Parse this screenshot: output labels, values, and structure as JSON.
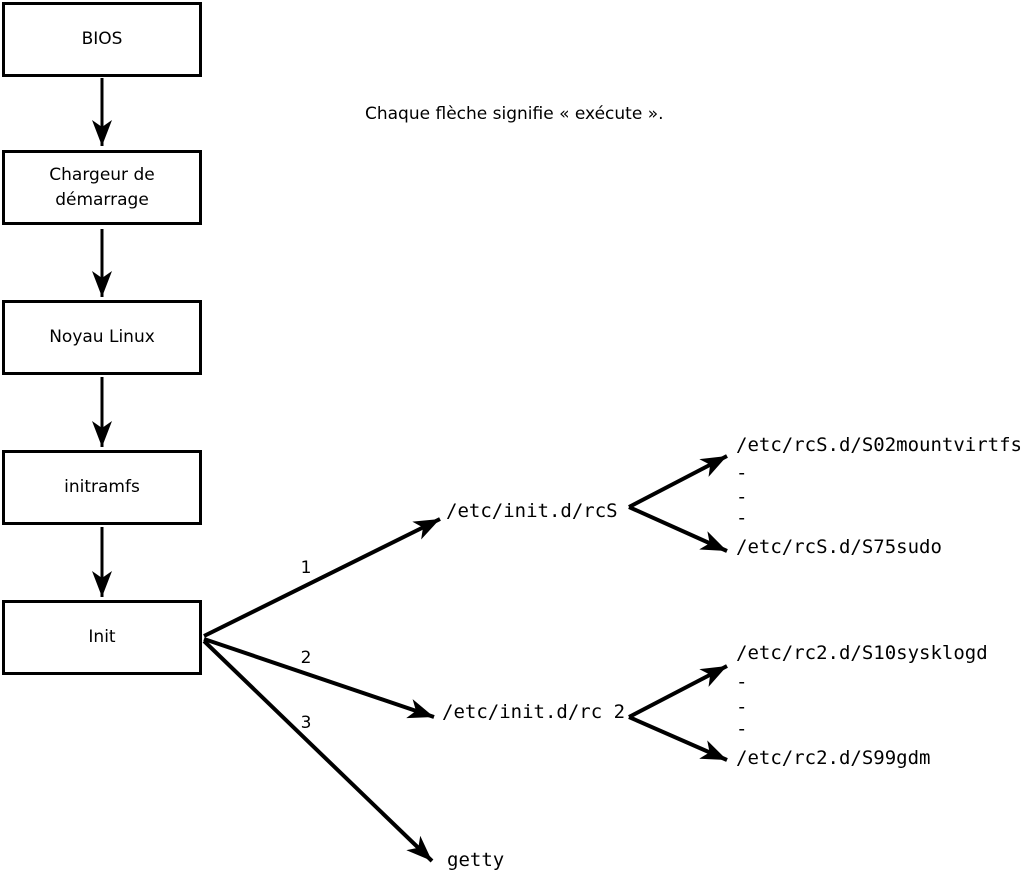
{
  "note": "Chaque flèche signifie « exécute ».",
  "chain": [
    "BIOS",
    "Chargeur de démarrage",
    "Noyau Linux",
    "initramfs",
    "Init"
  ],
  "branches": [
    {
      "label": "1",
      "target": "/etc/init.d/rcS",
      "first": "/etc/rcS.d/S02mountvirtfs",
      "last": "/etc/rcS.d/S75sudo",
      "dash": "-"
    },
    {
      "label": "2",
      "target": "/etc/init.d/rc 2",
      "first": "/etc/rc2.d/S10sysklogd",
      "last": "/etc/rc2.d/S99gdm",
      "dash": "-"
    },
    {
      "label": "3",
      "target": "getty"
    }
  ],
  "colors": {
    "line": "#000000",
    "background": "#ffffff"
  }
}
